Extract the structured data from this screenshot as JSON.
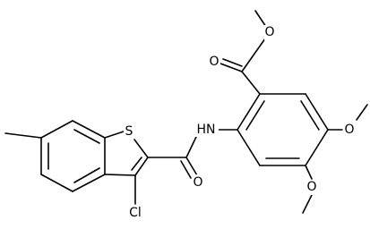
{
  "atoms": {
    "ester_carbonyl_oxygen": "O",
    "ester_ether_oxygen": "O",
    "amide_nitrogen": "HN",
    "amide_carbonyl_oxygen": "O",
    "thiophene_sulfur": "S",
    "chlorine": "Cl",
    "methoxy_oxygen_upper": "O",
    "methoxy_oxygen_lower": "O"
  }
}
